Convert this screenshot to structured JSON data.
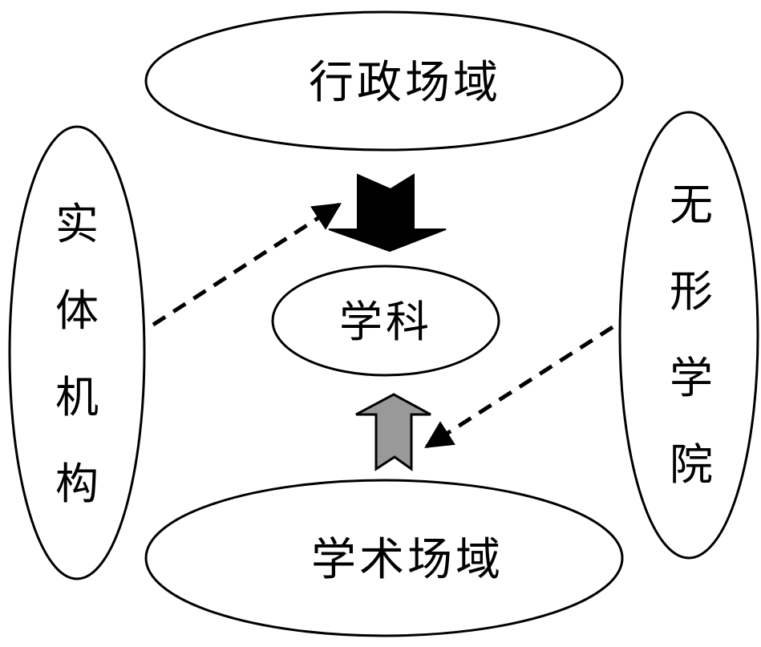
{
  "diagram": {
    "nodes": {
      "admin_field": {
        "label": "行政场域"
      },
      "discipline": {
        "label": "学科"
      },
      "academic_field": {
        "label": "学术场域"
      },
      "physical_org": {
        "label": "实体机构"
      },
      "invisible_college": {
        "label": "无形学院"
      }
    },
    "edges": [
      {
        "from": "admin_field",
        "to": "discipline",
        "style": "solid-block-arrow",
        "color": "#000000"
      },
      {
        "from": "academic_field",
        "to": "discipline",
        "style": "outlined-block-arrow",
        "color": "#999999"
      },
      {
        "from": "physical_org",
        "to": "admin_field",
        "style": "dashed-arrow",
        "color": "#000000"
      },
      {
        "from": "invisible_college",
        "to": "academic_field",
        "style": "dashed-arrow",
        "color": "#000000"
      }
    ]
  }
}
